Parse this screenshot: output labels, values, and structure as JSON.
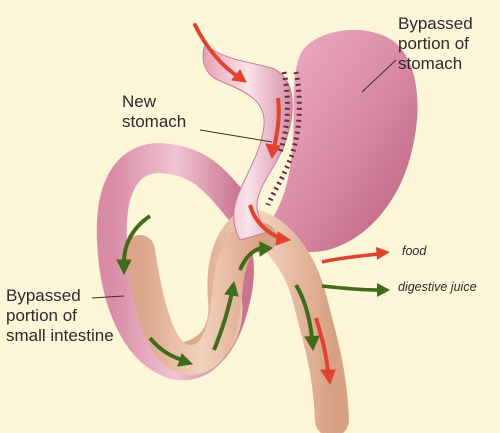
{
  "labels": {
    "bypassed_stomach": [
      "Bypassed",
      "portion of",
      "stomach"
    ],
    "new_stomach": [
      "New",
      "stomach"
    ],
    "bypassed_intestine": [
      "Bypassed",
      "portion of",
      "small intestine"
    ]
  },
  "legend": {
    "food": "food",
    "digestive_juice": "digestive juice"
  },
  "colors": {
    "background": "#fdf6d9",
    "stomach": "#d98ba6",
    "intestine": "#e6b99d",
    "food_arrow": "#e0442f",
    "juice_arrow": "#3f6b1a"
  }
}
